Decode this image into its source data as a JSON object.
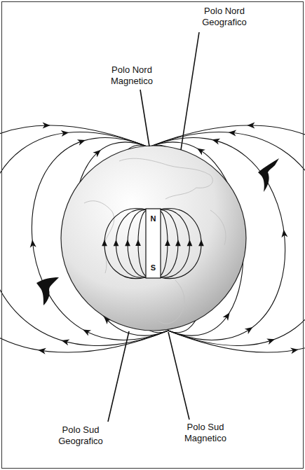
{
  "diagram": {
    "labels": [
      "Polo Nord Magnetico",
      "Polo Nord Geografico",
      "N",
      "S",
      "Polo Sud Geografico",
      "Polo Sud Magnetico"
    ]
  }
}
